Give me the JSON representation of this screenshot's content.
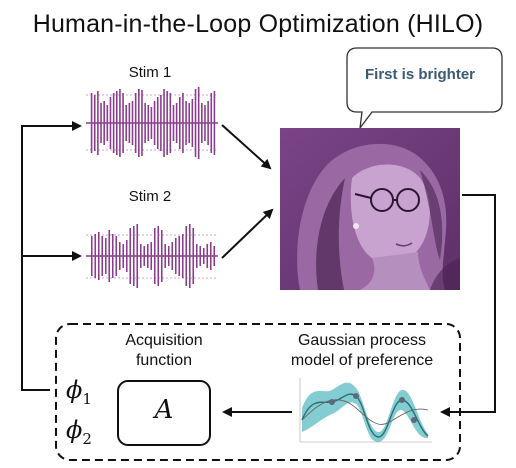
{
  "title": "Human-in-the-Loop Optimization (HILO)",
  "stim1_label": "Stim 1",
  "stim2_label": "Stim 2",
  "speech_text": "First is brighter",
  "acquisition_label_line1": "Acquisition",
  "acquisition_label_line2": "function",
  "gp_label_line1": "Gaussian process",
  "gp_label_line2": "model of preference",
  "phi1": "ϕ",
  "phi1_sub": "1",
  "phi2": "ϕ",
  "phi2_sub": "2",
  "box_label": "A",
  "colors": {
    "stim": "#8b3d8e",
    "portrait_bg": "#6e3a78",
    "gp_band": "#4fb7bd",
    "bubble_text": "#3c5a72"
  }
}
